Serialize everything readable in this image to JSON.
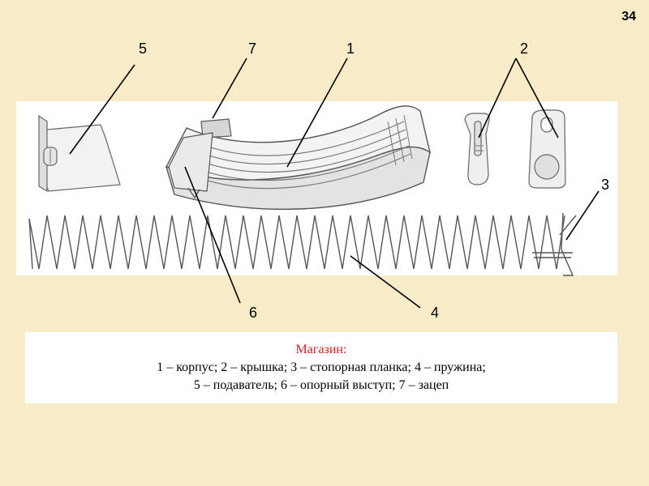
{
  "slide": {
    "page_number": "34"
  },
  "callouts": {
    "c1": "1",
    "c2": "2",
    "c3": "3",
    "c4": "4",
    "c5": "5",
    "c6": "6",
    "c7": "7"
  },
  "caption": {
    "title": "Магазин:",
    "line1": "1 – корпус; 2 – крышка; 3 – стопорная планка; 4 – пружина;",
    "line2": "5 – подаватель; 6 – опорный выступ; 7 – зацеп"
  }
}
